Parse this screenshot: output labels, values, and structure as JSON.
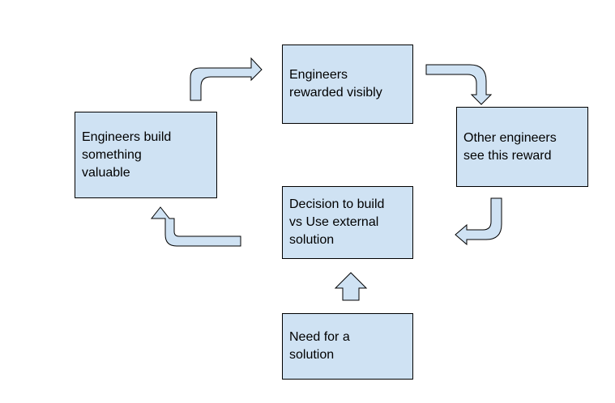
{
  "colors": {
    "box_fill": "#cfe2f3",
    "arrow_fill": "#cfe2f3",
    "border": "#000000"
  },
  "nodes": {
    "rewarded": {
      "label": "Engineers\nrewarded visibly"
    },
    "see_reward": {
      "label": "Other engineers\nsee this reward"
    },
    "decision": {
      "label": "Decision to build\nvs Use external\nsolution"
    },
    "build": {
      "label": "Engineers build\nsomething\nvaluable"
    },
    "need": {
      "label": "Need for a\nsolution"
    }
  }
}
